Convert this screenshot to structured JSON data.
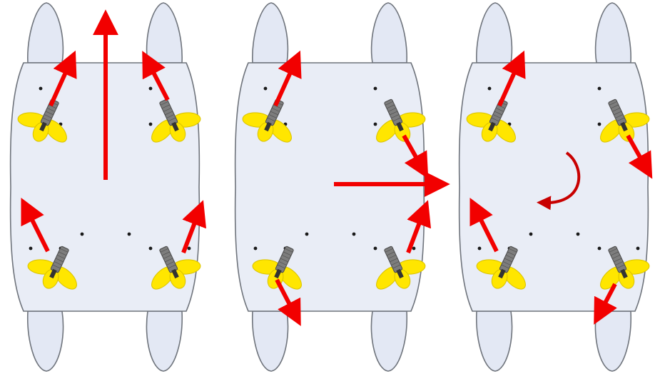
{
  "colors": {
    "hull_fill": "#e3e8f4",
    "hull_stroke": "#6f747c",
    "deck_fill": "#e9edf6",
    "arrow": "#f20000",
    "thruster_body": "#7d7d7d",
    "thruster_body_dark": "#4a4a4a",
    "propeller": "#ffe600",
    "propeller_edge": "#d9c200",
    "bolt": "#1a1a1a"
  },
  "icons": {
    "thruster": "thruster-icon",
    "force_arrow": "arrow-icon",
    "rotation": "rotation-arrow-icon"
  },
  "panels": [
    {
      "id": "surge",
      "body_arrow": "straight-up",
      "thrusters": [
        {
          "position": "front-left",
          "thrust_dir": "forward-outward"
        },
        {
          "position": "front-right",
          "thrust_dir": "forward-outward"
        },
        {
          "position": "rear-left",
          "thrust_dir": "forward-outward"
        },
        {
          "position": "rear-right",
          "thrust_dir": "forward-outward"
        }
      ]
    },
    {
      "id": "sway",
      "body_arrow": "straight-right",
      "thrusters": [
        {
          "position": "front-left",
          "thrust_dir": "forward-outward"
        },
        {
          "position": "front-right",
          "thrust_dir": "backward-outward"
        },
        {
          "position": "rear-left",
          "thrust_dir": "backward-outward"
        },
        {
          "position": "rear-right",
          "thrust_dir": "forward-outward"
        }
      ]
    },
    {
      "id": "yaw",
      "body_arrow": "rotation",
      "thrusters": [
        {
          "position": "front-left",
          "thrust_dir": "forward-outward"
        },
        {
          "position": "front-right",
          "thrust_dir": "backward-outward"
        },
        {
          "position": "rear-left",
          "thrust_dir": "forward-outward"
        },
        {
          "position": "rear-right",
          "thrust_dir": "backward-outward"
        }
      ]
    }
  ]
}
